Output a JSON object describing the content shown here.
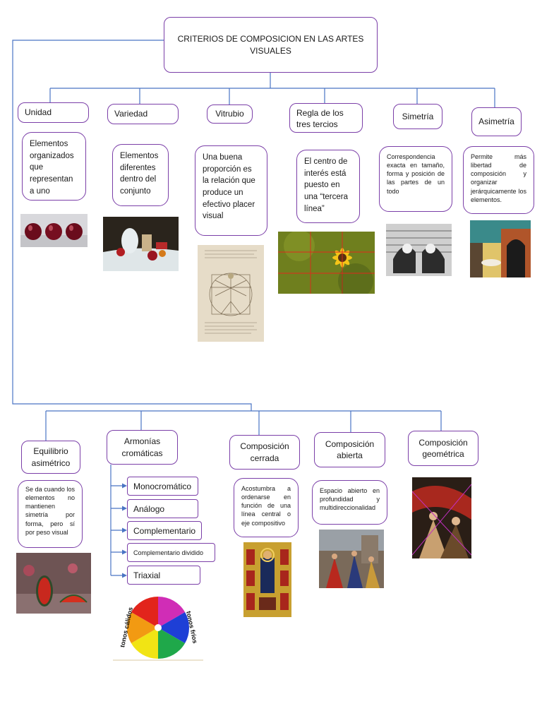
{
  "title": "CRITERIOS DE COMPOSICION EN LAS ARTES VISUALES",
  "top": [
    {
      "label": "Unidad",
      "desc": "Elementos organizados que representan a uno"
    },
    {
      "label": "Variedad",
      "desc": "Elementos diferentes dentro del conjunto"
    },
    {
      "label": "Vitrubio",
      "desc": "Una buena proporción es la relación que produce un efectivo placer visual"
    },
    {
      "label": "Regla de los tres tercios",
      "desc": "El centro de interés está puesto en una “tercera línea”"
    },
    {
      "label": "Simetría",
      "desc": "Correspondencia exacta en tamaño, forma y posición de las partes de un todo"
    },
    {
      "label": "Asimetría",
      "desc": "Permite más libertad de composición y organizar jerárquicamente los elementos."
    }
  ],
  "bottom": [
    {
      "label": "Equilibrio asimétrico",
      "desc": "Se da cuando los elementos no mantienen simetría por forma, pero sí por peso visual"
    },
    {
      "label": "Armonías cromáticas"
    },
    {
      "label": "Composición cerrada",
      "desc": "Acostumbra a ordenarse en función de una línea central o eje compositivo"
    },
    {
      "label": "Composición abierta",
      "desc": "Espacio abierto en profundidad y multidireccionalidad"
    },
    {
      "label": "Composición geométrica"
    }
  ],
  "harmonies": [
    "Monocromático",
    "Análogo",
    "Complementario",
    "Complementario dividido",
    "Triaxial"
  ],
  "wheel": {
    "warm_label": "tonos cálidos",
    "cool_label": "tonos fríos",
    "colors": [
      "#d02db6",
      "#1e3fd6",
      "#1fa84a",
      "#f1e414",
      "#f29a12",
      "#e2241c"
    ]
  },
  "colors": {
    "border": "#7b3fa8",
    "connector": "#4a74c4"
  }
}
